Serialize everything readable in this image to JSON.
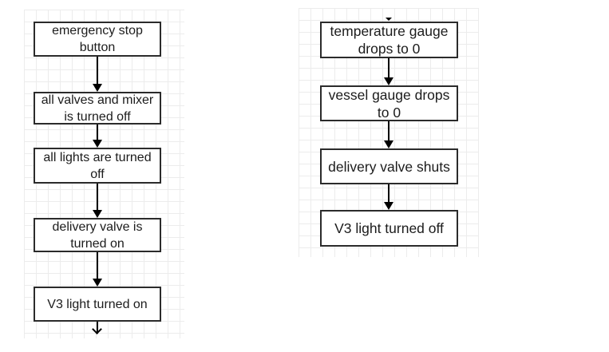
{
  "diagram": {
    "type": "flowchart",
    "colors": {
      "background": "#ffffff",
      "grid_line": "#ececec",
      "node_border": "#2b2b2b",
      "node_fill": "#ffffff",
      "text": "#1c1c1c",
      "arrow": "#000000"
    },
    "flows": {
      "left": {
        "nodes": [
          {
            "label": "emergency stop\nbutton"
          },
          {
            "label": "all valves and mixer\nis turned off"
          },
          {
            "label": "all lights are turned\noff"
          },
          {
            "label": "delivery valve is\nturned on"
          },
          {
            "label": "V3 light turned on"
          }
        ]
      },
      "right": {
        "nodes": [
          {
            "label": "temperature gauge\ndrops to 0"
          },
          {
            "label": "vessel gauge drops\nto 0"
          },
          {
            "label": "delivery valve shuts"
          },
          {
            "label": "V3 light turned off"
          }
        ]
      }
    }
  }
}
